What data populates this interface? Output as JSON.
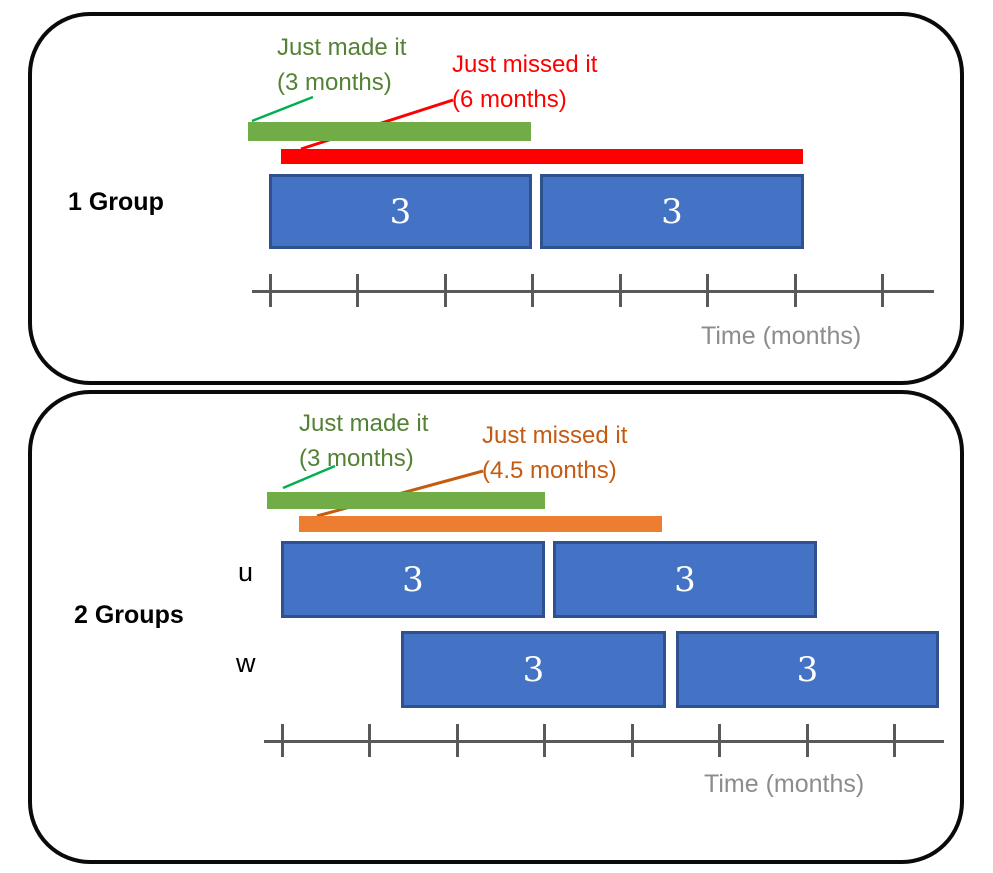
{
  "colors": {
    "made_text": "#538135",
    "made_bar": "#70AD47",
    "made_leader_line": "#00B050",
    "missed_text_panel1": "#FF0000",
    "missed_bar_panel1": "#FF0000",
    "missed_leader_line_panel1": "#FF0000",
    "missed_text_panel2": "#C55A11",
    "missed_bar_panel2": "#ED7D31",
    "missed_leader_line_panel2": "#C55A11",
    "box_fill": "#4472C4",
    "box_border": "#2F528F",
    "axis_line": "#595959",
    "axis_text": "#8C8C8C",
    "panel_border": "#000000"
  },
  "panel1": {
    "title": "1 Group",
    "made_line1": "Just made it",
    "made_line2": "(3 months)",
    "made_months": 3,
    "missed_line1": "Just missed it",
    "missed_line2": "(6 months)",
    "missed_months": 6,
    "boxes": [
      "3",
      "3"
    ],
    "axis_label": "Time (months)"
  },
  "panel2": {
    "title": "2 Groups",
    "made_line1": "Just made it",
    "made_line2": "(3 months)",
    "made_months": 3,
    "missed_line1": "Just missed it",
    "missed_line2": "(4.5 months)",
    "missed_months": 4.5,
    "row_u_label": "u",
    "row_w_label": "w",
    "row_u_boxes": [
      "3",
      "3"
    ],
    "row_w_boxes": [
      "3",
      "3"
    ],
    "axis_label": "Time (months)"
  }
}
